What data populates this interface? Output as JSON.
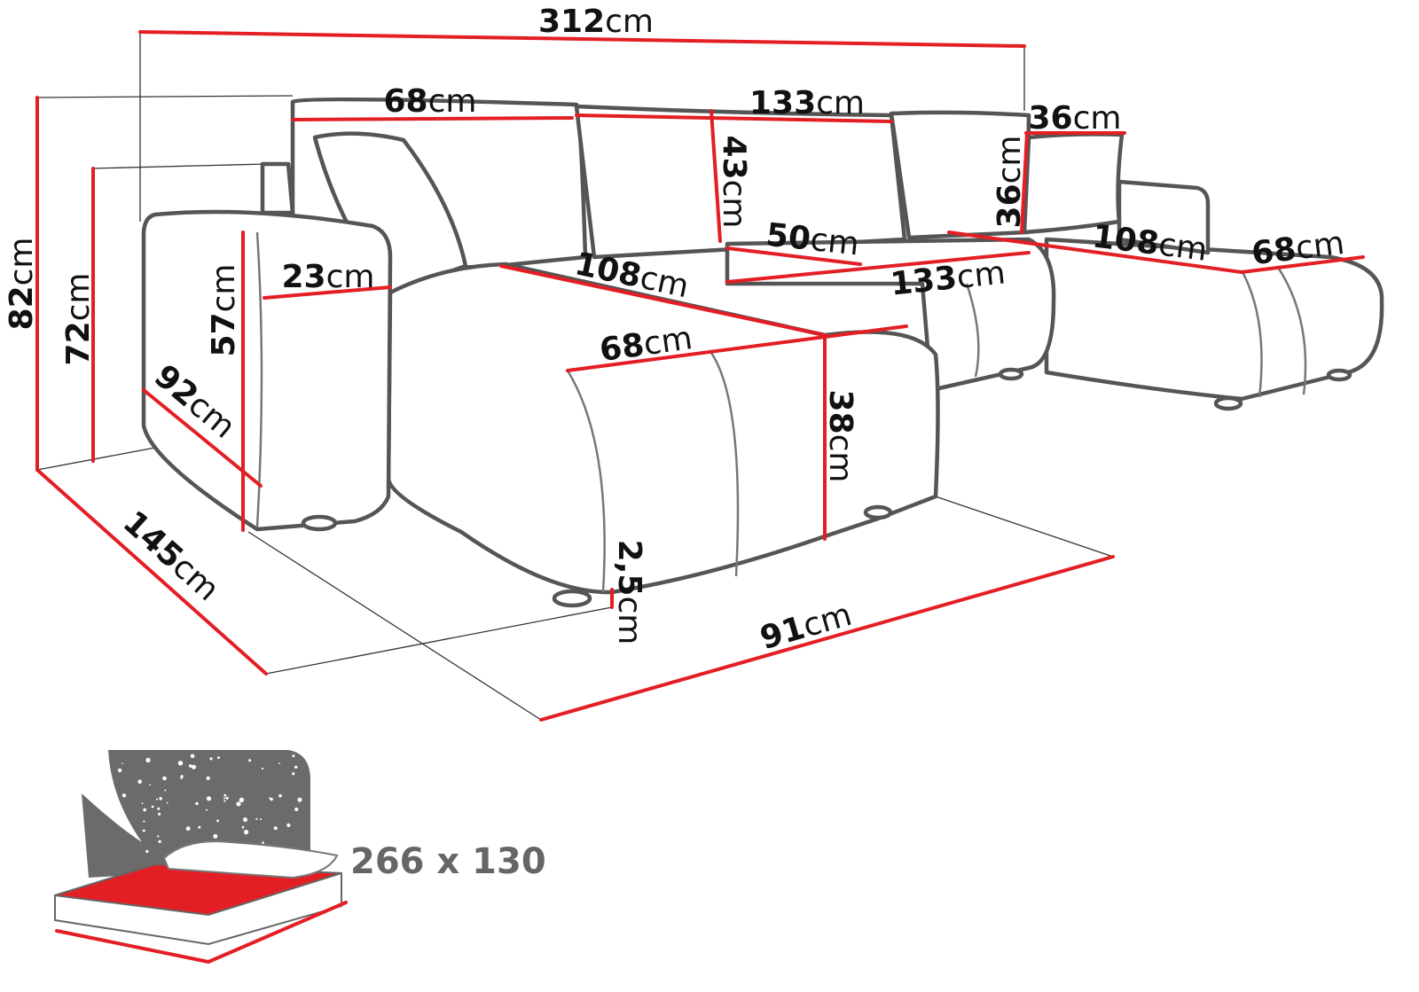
{
  "colors": {
    "dimension_line": "#e31e24",
    "outline": "#555555",
    "bed_background": "#6b6b6b",
    "mattress": "#e31e24"
  },
  "dimensions": {
    "total_width": {
      "value": "312",
      "unit": "cm"
    },
    "backrest_left": {
      "value": "68",
      "unit": "cm"
    },
    "backrest_mid": {
      "value": "133",
      "unit": "cm"
    },
    "pillow_width": {
      "value": "36",
      "unit": "cm"
    },
    "back_height": {
      "value": "43",
      "unit": "cm"
    },
    "pillow_height": {
      "value": "36",
      "unit": "cm"
    },
    "seat_depth_mid": {
      "value": "50",
      "unit": "cm"
    },
    "chaise_right_length": {
      "value": "108",
      "unit": "cm"
    },
    "chaise_right_width": {
      "value": "68",
      "unit": "cm"
    },
    "middle_width": {
      "value": "133",
      "unit": "cm"
    },
    "chaise_left_length": {
      "value": "108",
      "unit": "cm"
    },
    "chaise_left_width": {
      "value": "68",
      "unit": "cm"
    },
    "armrest_width": {
      "value": "23",
      "unit": "cm"
    },
    "armrest_height": {
      "value": "57",
      "unit": "cm"
    },
    "total_height": {
      "value": "82",
      "unit": "cm"
    },
    "back_height_total": {
      "value": "72",
      "unit": "cm"
    },
    "armrest_depth": {
      "value": "92",
      "unit": "cm"
    },
    "total_depth": {
      "value": "145",
      "unit": "cm"
    },
    "seat_height": {
      "value": "38",
      "unit": "cm"
    },
    "leg_height": {
      "value": "2,5",
      "unit": "cm"
    },
    "side_depth": {
      "value": "91",
      "unit": "cm"
    }
  },
  "bed": {
    "label": "266 x 130",
    "icon": "bed-sleeping-area-icon"
  }
}
